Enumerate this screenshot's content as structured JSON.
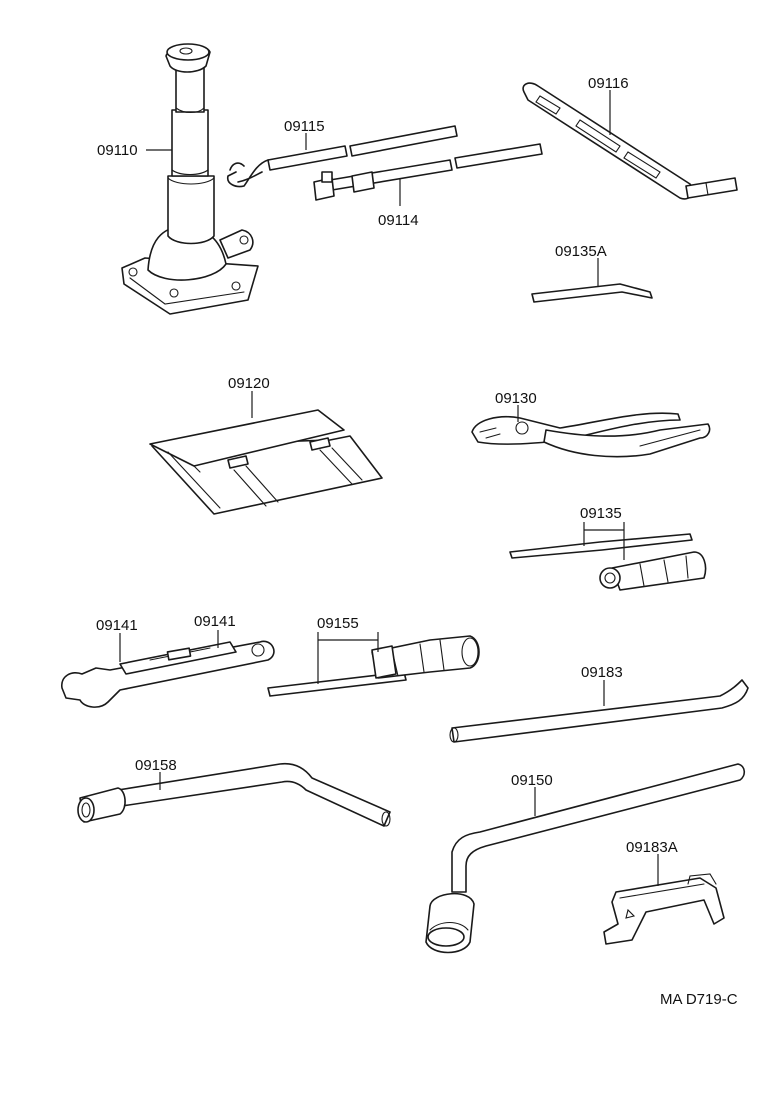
{
  "parts": {
    "jack": "09110",
    "hook_tool": "09115",
    "jack_handle": "09114",
    "wrench_09116": "09116",
    "tool_09135a": "09135A",
    "tool_bag": "09120",
    "pliers": "09130",
    "screwdriver": "09135",
    "open_wrench_a": "09141",
    "open_wrench_b": "09141",
    "socket_wrench": "09155",
    "tire_lever": "09183",
    "box_wrench": "09158",
    "wheel_wrench": "09150",
    "clamp": "09183A"
  },
  "drawing_code": "MA D719-C"
}
